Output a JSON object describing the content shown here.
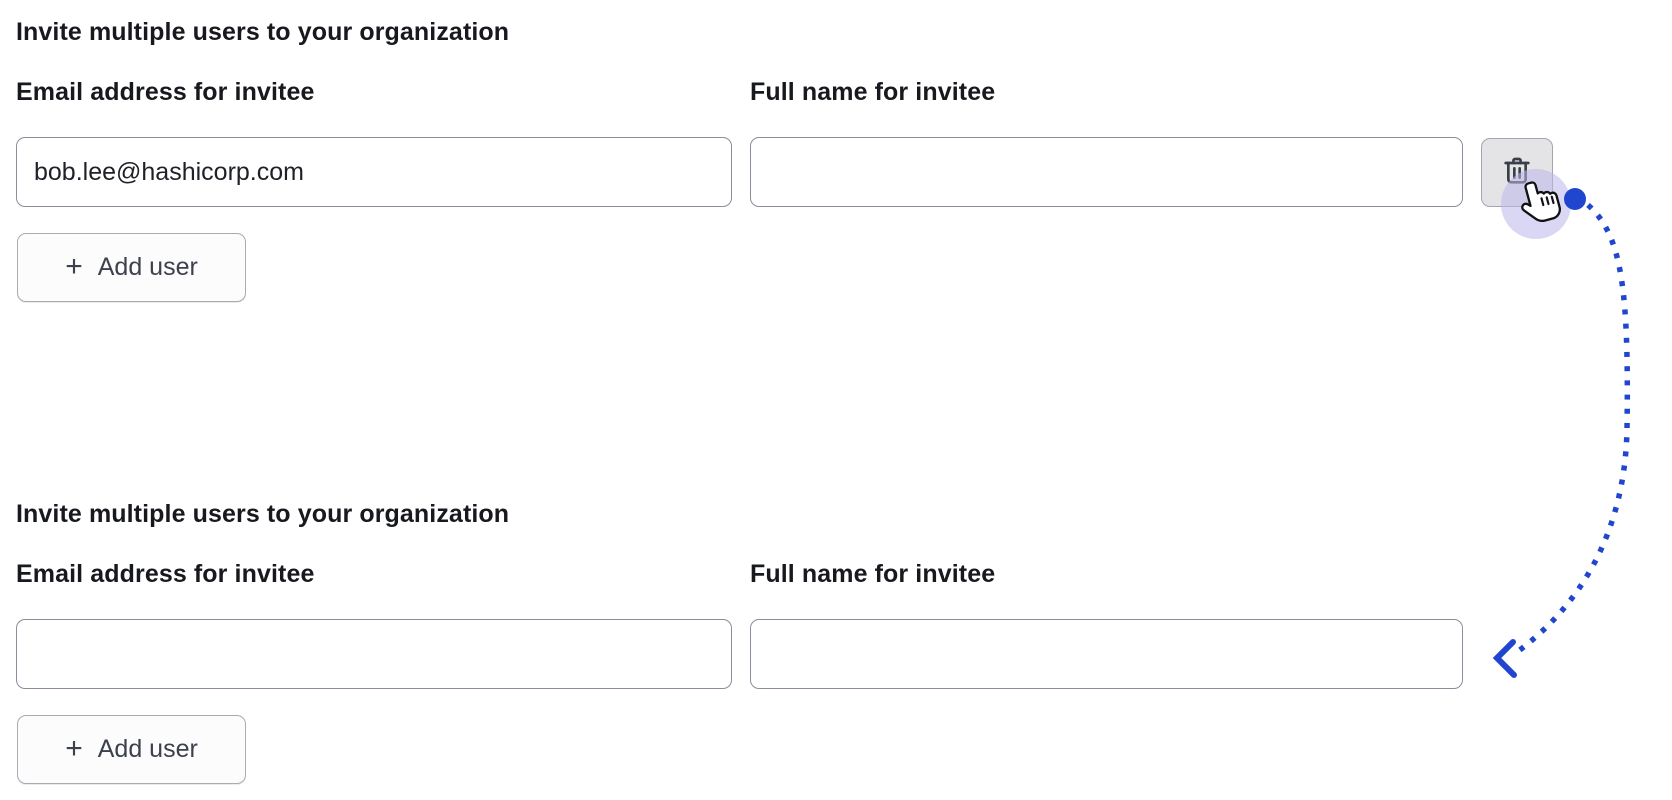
{
  "colors": {
    "accent_blue": "#2046cf",
    "halo": "#b9b6ea",
    "text": "#17191e",
    "muted_text": "#3d414b",
    "input_border": "#8b8e9a",
    "button_border": "#a9abb3",
    "trash_bg": "#e4e4e7",
    "add_bg": "#fcfcfd"
  },
  "forms": [
    {
      "heading": "Invite multiple users to your organization",
      "email": {
        "label": "Email address for invitee",
        "value": "bob.lee@hashicorp.com"
      },
      "full_name": {
        "label": "Full name for invitee",
        "value": ""
      },
      "add_user": {
        "plus": "+",
        "label": "Add user"
      },
      "delete_icon": "trash-icon"
    },
    {
      "heading": "Invite multiple users to your organization",
      "email": {
        "label": "Email address for invitee",
        "value": ""
      },
      "full_name": {
        "label": "Full name for invitee",
        "value": ""
      },
      "add_user": {
        "plus": "+",
        "label": "Add user"
      }
    }
  ],
  "annotation": {
    "start_dot": "flow-start-dot",
    "arc": "dotted-flow-arc",
    "arrowhead": "arrowhead-pointing-left",
    "cursor": "hand-pointer-cursor",
    "click_halo": "click-highlight-circle"
  }
}
